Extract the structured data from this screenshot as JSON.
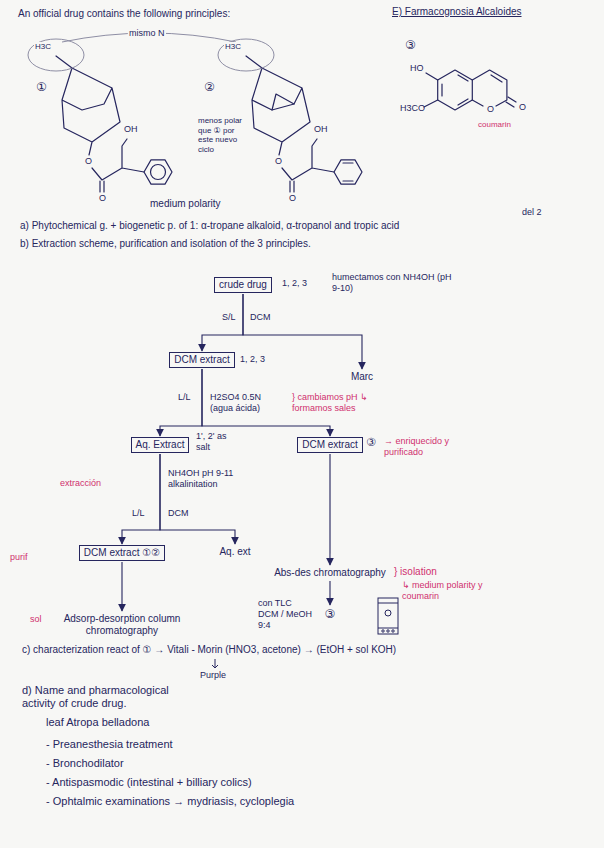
{
  "diagram": {
    "nodes": [
      {
        "text": [
          "crude drug"
        ]
      },
      {
        "text": [
          "DCM extract"
        ]
      },
      {
        "text": [
          "Marc"
        ]
      },
      {
        "text": [
          "Aq. Extract"
        ]
      },
      {
        "text": [
          "DCM extract"
        ]
      },
      {
        "text": [
          "DCM extract ①②"
        ]
      },
      {
        "text": [
          "Aq. ext"
        ]
      },
      {
        "text": [
          "Abs-des chromatography"
        ]
      },
      {
        "text": [
          "③"
        ]
      },
      {
        "text": [
          "Adsorp-desorption column chromatography"
        ]
      }
    ],
    "edges": [
      {
        "from": 0,
        "to": 1,
        "arrow": "to"
      },
      {
        "from": 0,
        "to": 2,
        "arrow": "to"
      },
      {
        "from": 1,
        "to": 3,
        "arrow": "to"
      },
      {
        "from": 1,
        "to": 4,
        "arrow": "to"
      },
      {
        "from": 3,
        "to": 5,
        "arrow": "to"
      },
      {
        "from": 3,
        "to": 6,
        "arrow": "to"
      },
      {
        "from": 4,
        "to": 7,
        "arrow": "to"
      },
      {
        "from": 7,
        "to": 8,
        "arrow": "to"
      },
      {
        "from": 5,
        "to": 9,
        "arrow": "to"
      }
    ],
    "labels": [
      "An official drug contains the following principles:",
      "E) Farmacognosia Alcaloides",
      "mismo N",
      "①",
      "H3C",
      "O",
      "O",
      "OH",
      "medium polarity",
      "②",
      "H3C",
      "O",
      "O",
      "OH",
      "menos polar que ① por este nuevo ciclo",
      "③",
      "HO",
      "H3CO",
      "O",
      "O",
      "coumarin",
      "a) Phytochemical g. + biogenetic p. of 1: α-tropane alkaloid, α-tropanol and tropic acid",
      "del 2",
      "b) Extraction scheme, purification and isolation of the 3 principles.",
      "1, 2, 3",
      "humectamos con NH4OH (pH 9-10)",
      "S/L",
      "DCM",
      "1, 2, 3",
      "L/L",
      "H2SO4 0.5N (agua ácida)",
      "} cambiamos pH ↳ formamos sales",
      "1', 2' as salt",
      "③",
      "→ enriquecido y purificado",
      "extracción",
      "NH4OH pH 9-11 alkalinitation",
      "L/L",
      "DCM",
      "purif",
      "} isolation",
      "↳ medium polarity y coumarin",
      "sol",
      "con TLC DCM / MeOH 9:4",
      "c) characterization react of ① → Vitali - Morin (HNO3, acetone) → (EtOH + sol KOH)",
      "Purple",
      "d) Name and pharmacological activity of crude drug.",
      "leaf Atropa belladona",
      "- Preanesthesia treatment",
      "- Bronchodilator",
      "- Antispasmodic (intestinal + billiary colics)",
      "- Ophtalmic examinations → mydriasis, cycloplegia"
    ]
  }
}
